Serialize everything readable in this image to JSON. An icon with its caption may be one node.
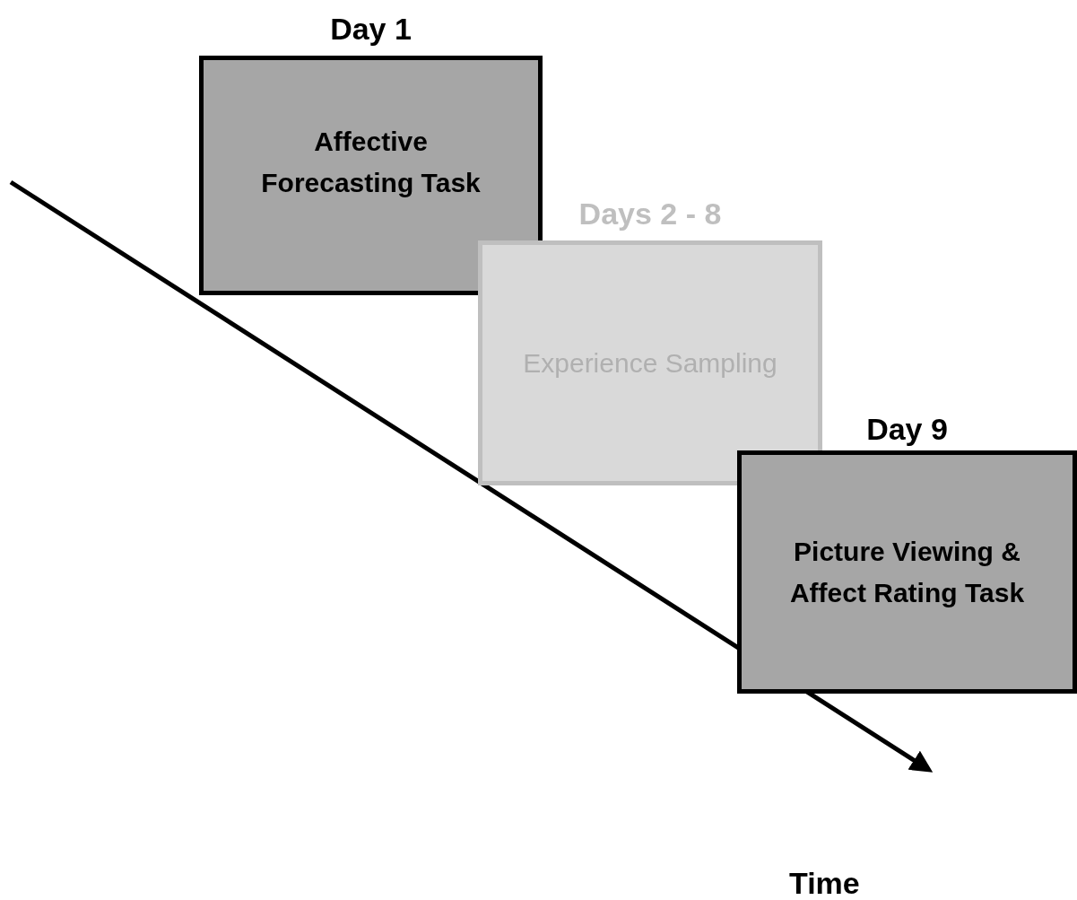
{
  "diagram": {
    "nodes": [
      {
        "text": [
          "Day 1",
          "Affective Forecasting Task"
        ]
      },
      {
        "text": [
          "Days 2 - 8",
          "Experience Sampling"
        ]
      },
      {
        "text": [
          "Day 9",
          "Picture Viewing & Affect Rating Task"
        ]
      }
    ],
    "labels": [
      "Time"
    ]
  }
}
